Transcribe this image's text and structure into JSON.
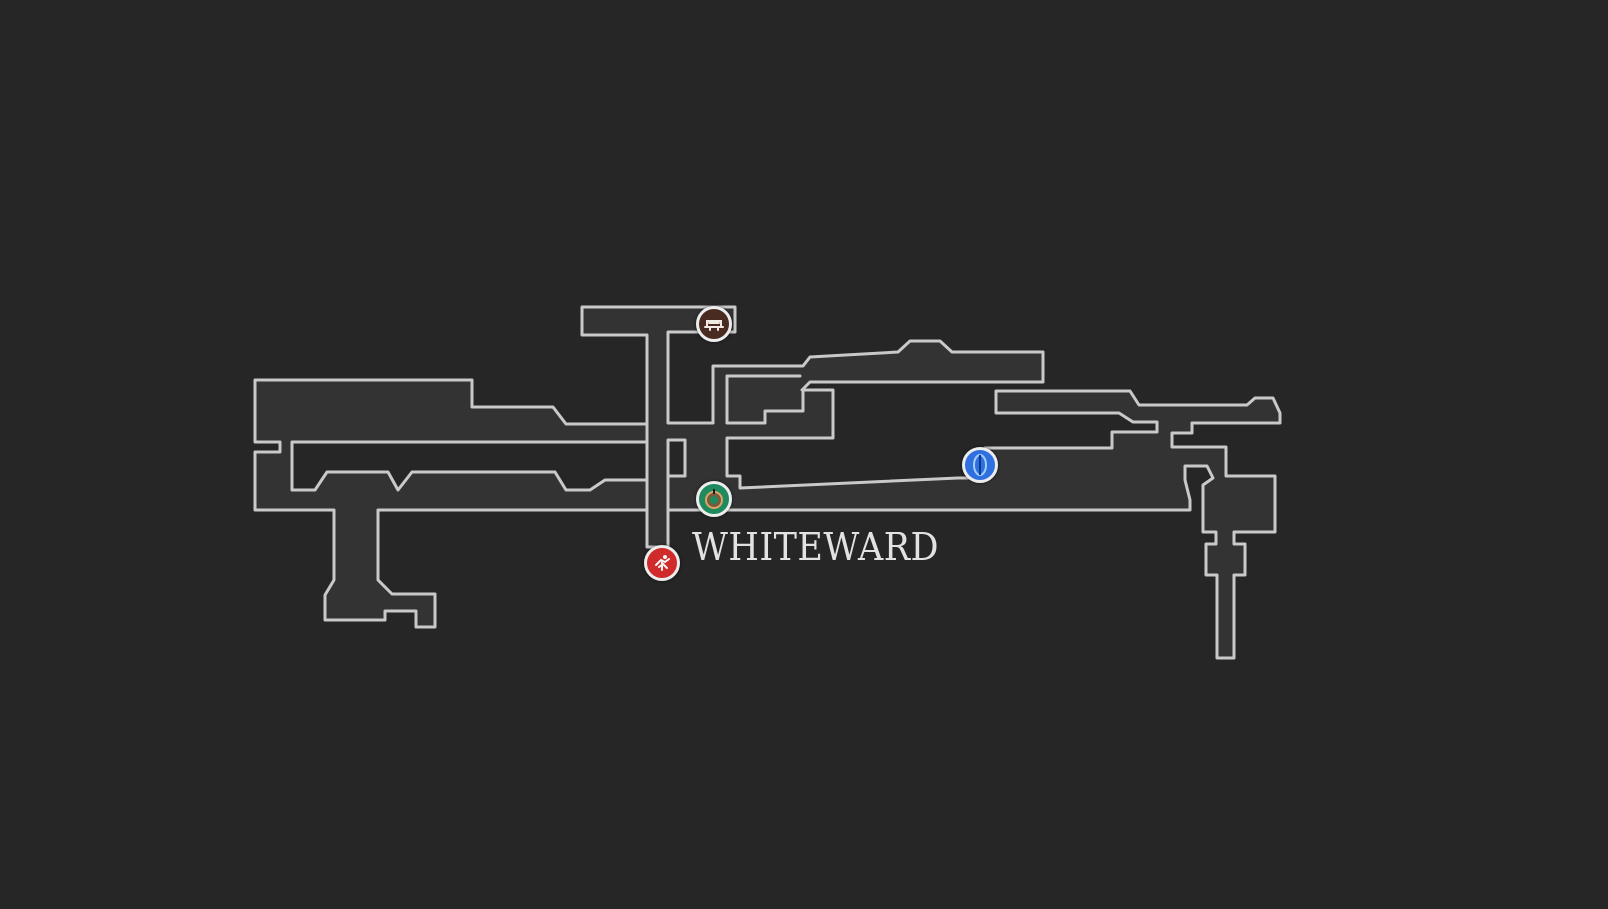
{
  "map": {
    "area_name": "WHITEWARD",
    "colors": {
      "background": "#262626",
      "room_fill": "#333333",
      "outline": "#c9c9c9",
      "label": "#e2e2e2"
    },
    "pins": [
      {
        "name": "bench-pin",
        "icon": "bench-icon",
        "color": "#4a2b22"
      },
      {
        "name": "shop-pin",
        "icon": "ring-shop-icon",
        "color": "#1f8a5e"
      },
      {
        "name": "vendor-pin",
        "icon": "traveller-icon",
        "color": "#d12a2a"
      },
      {
        "name": "warp-pin",
        "icon": "portal-icon",
        "color": "#2f6fe0"
      }
    ]
  }
}
